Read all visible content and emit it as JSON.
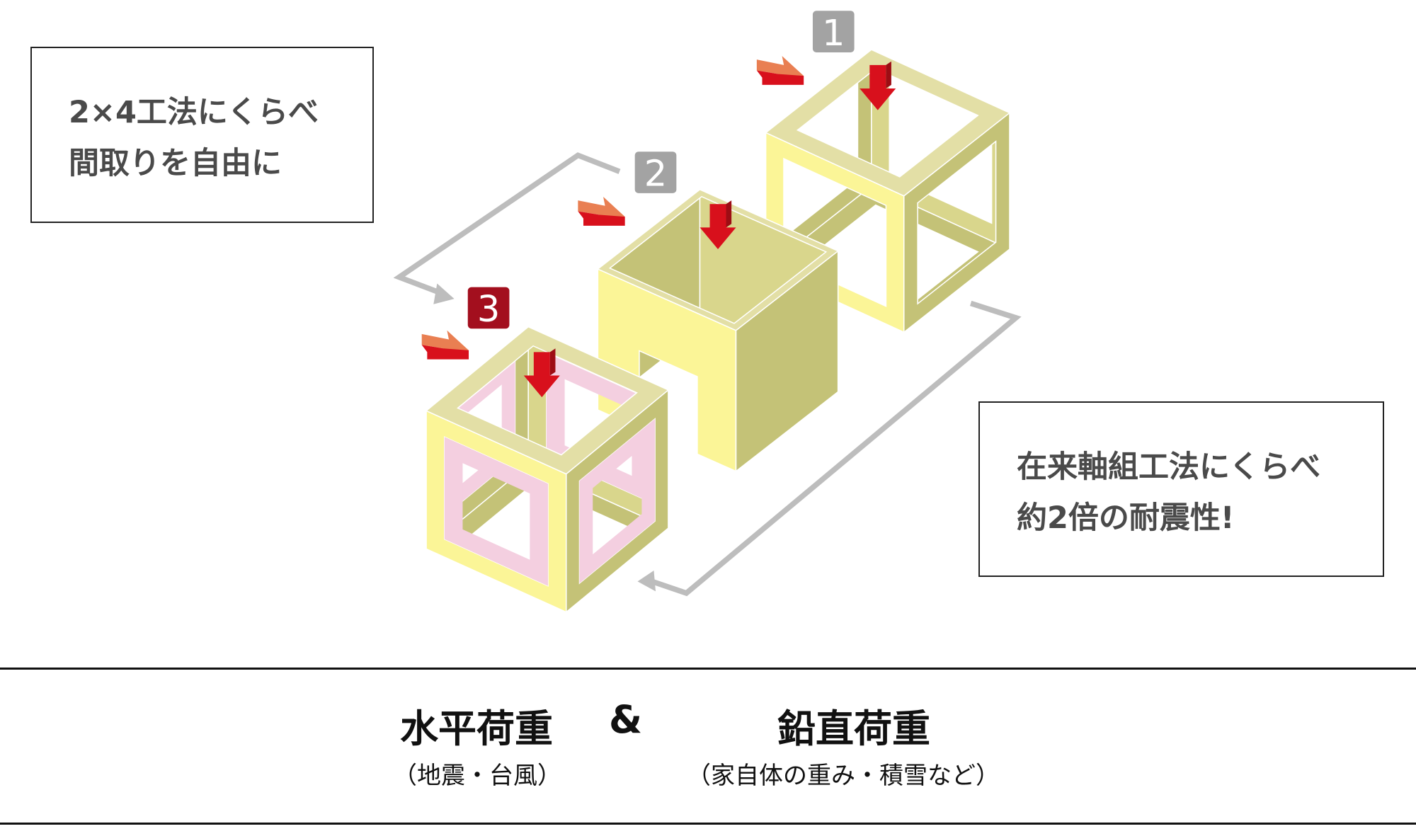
{
  "callouts": {
    "left": [
      "2×4工法にくらべ",
      "間取りを自由に"
    ],
    "right": [
      "在来軸組工法にくらべ",
      "約2倍の耐震性!"
    ]
  },
  "badges": [
    {
      "label": "1",
      "color": "#a3a3a3"
    },
    {
      "label": "2",
      "color": "#a3a3a3"
    },
    {
      "label": "3",
      "color": "#a30f1e"
    }
  ],
  "footer": {
    "horizontal_load": "水平荷重",
    "ampersand": "&",
    "vertical_load": "鉛直荷重",
    "horizontal_examples": "（地震・台風）",
    "vertical_examples": "（家自体の重み・積雪など）"
  },
  "colors": {
    "frame_light": "#fbf597",
    "frame_top": "#e3dfa6",
    "frame_shade": "#c4c277",
    "pink": "#f4cfe0",
    "arrow_red": "#d8101c",
    "arrow_orange": "#e97f52",
    "bracket_gray": "#bdbdbd"
  }
}
